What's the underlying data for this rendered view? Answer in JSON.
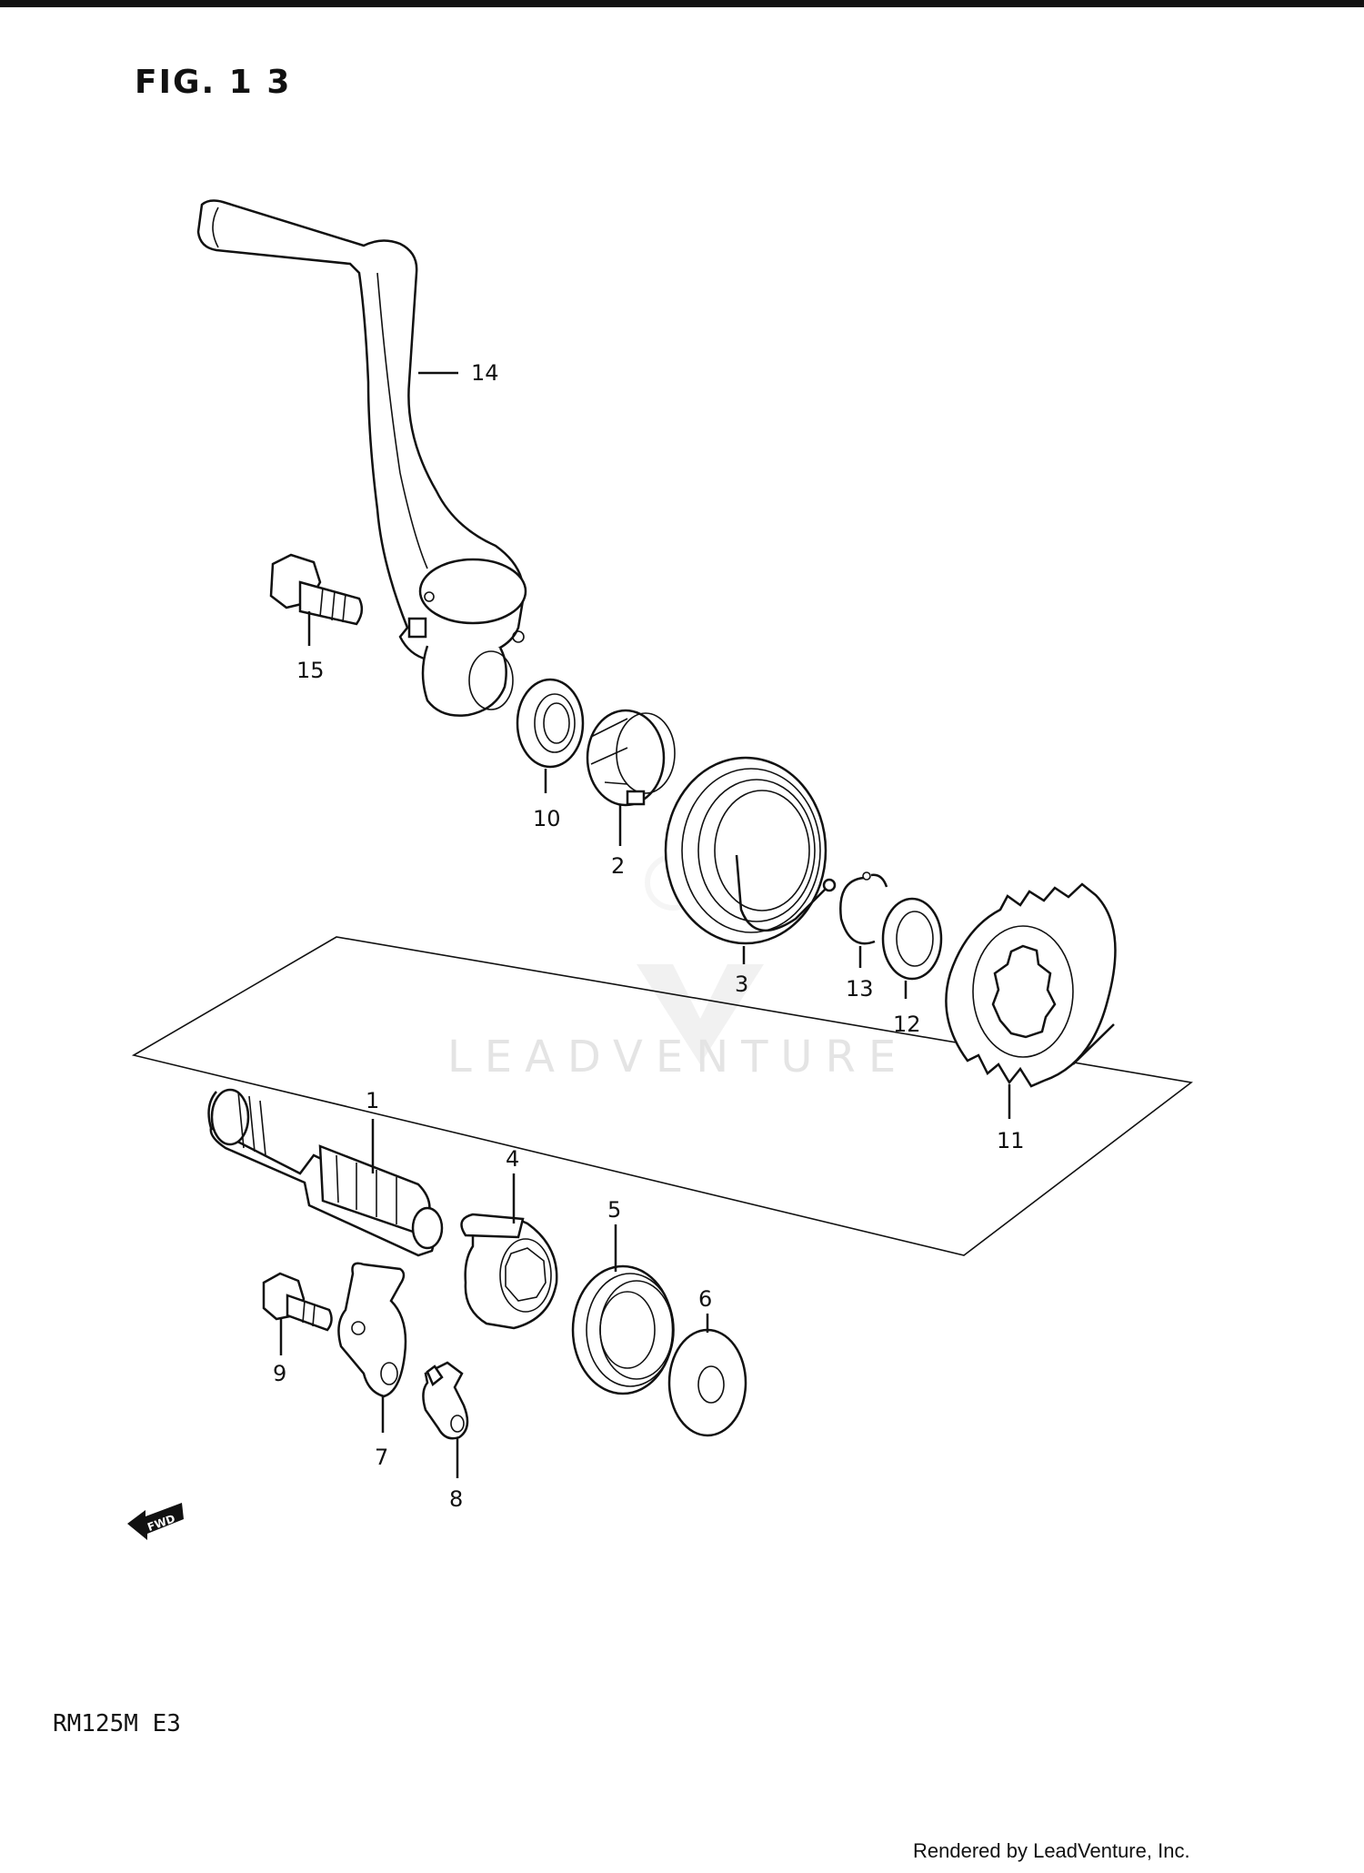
{
  "figure": {
    "title": "FIG. 1 3"
  },
  "watermark": {
    "text": "LEADVENTURE"
  },
  "fwd_arrow": {
    "label": "FWD"
  },
  "model_code": "RM125M  E3",
  "footer": "Rendered by LeadVenture, Inc.",
  "callouts": {
    "c1": "1",
    "c2": "2",
    "c3": "3",
    "c4": "4",
    "c5": "5",
    "c6": "6",
    "c7": "7",
    "c8": "8",
    "c9": "9",
    "c10": "10",
    "c11": "11",
    "c12": "12",
    "c13": "13",
    "c14": "14",
    "c15": "15"
  }
}
